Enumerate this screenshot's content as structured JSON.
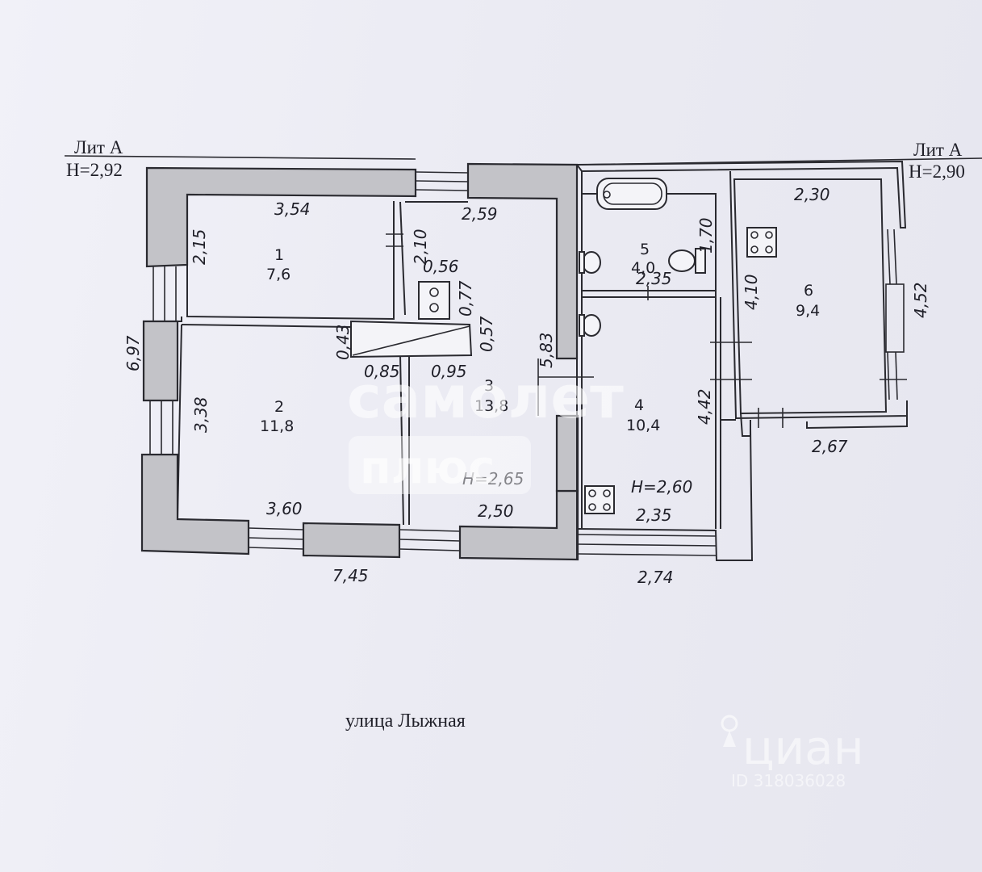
{
  "lit_left": {
    "label": "Лит А",
    "height": "Н=2,92"
  },
  "lit_right": {
    "label": "Лит А",
    "height": "Н=2,90"
  },
  "rooms": [
    {
      "num": "1",
      "area": "7,6"
    },
    {
      "num": "2",
      "area": "11,8"
    },
    {
      "num": "3",
      "area": "13,8"
    },
    {
      "num": "4",
      "area": "10,4"
    },
    {
      "num": "5",
      "area": "4,0"
    },
    {
      "num": "6",
      "area": "9,4"
    }
  ],
  "heights": {
    "left": "Н=2,65",
    "right": "Н=2,60"
  },
  "dims": {
    "d354": "3,54",
    "d215": "2,15",
    "d210": "2,10",
    "d259": "2,59",
    "d056": "0,56",
    "d077": "0,77",
    "d057": "0,57",
    "d043": "0,43",
    "d085": "0,85",
    "d095": "0,95",
    "d583": "5,83",
    "d697": "6,97",
    "d338": "3,38",
    "d360": "3,60",
    "d250": "2,50",
    "d745": "7,45",
    "d274": "2,74",
    "d170": "1,70",
    "d235a": "2,35",
    "d235b": "2,35",
    "d442": "4,42",
    "d230": "2,30",
    "d410": "4,10",
    "d452": "4,52",
    "d267": "2,67"
  },
  "street": "улица Лыжная",
  "watermarks": {
    "samolet": "самолет",
    "plus": "плюс",
    "cian": "циан",
    "cian_id": "ID 318036028"
  }
}
